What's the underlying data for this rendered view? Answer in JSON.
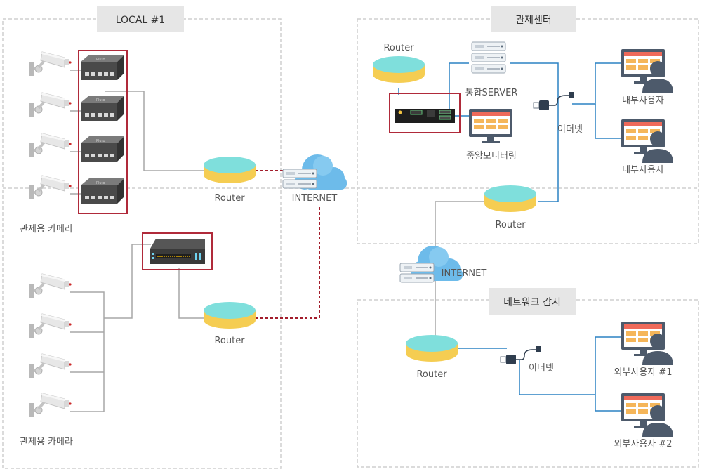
{
  "sections": {
    "local": {
      "title": "LOCAL #1"
    },
    "control_center": {
      "title": "관제센터"
    },
    "network_monitor": {
      "title": "네트워크 감시"
    }
  },
  "labels": {
    "camera_group_1": "관제용 카메라",
    "camera_group_2": "관제용 카메라",
    "router_local_1": "Router",
    "router_local_2": "Router",
    "internet_1": "INTERNET",
    "internet_2": "INTERNET",
    "router_center_top": "Router",
    "server": "통합SERVER",
    "central_monitor": "중앙모니터링",
    "ethernet_center": "이더넷",
    "internal_user_1": "내부사용자",
    "internal_user_2": "내부사용자",
    "router_center_mid": "Router",
    "router_monitor": "Router",
    "ethernet_monitor": "이더넷",
    "external_user_1": "외부사용자 #1",
    "external_user_2": "외부사용자 #2"
  },
  "colors": {
    "router_top": "#7fdfdc",
    "router_body": "#f5cd52",
    "link_blue": "#2b82c4",
    "link_gray": "#a7a7a7",
    "link_red_dashed": "#a31d2c",
    "highlight_box": "#b02a3a",
    "cloud": "#6dbbea",
    "section_border": "#cfcfcf",
    "section_title_bg": "#e6e6e6",
    "user_avatar": "#4d5a6b",
    "monitor_screen_header": "#ef6a5a",
    "monitor_screen_block": "#f5b65a"
  },
  "icons": {
    "camera": "cctv-camera-icon",
    "encoder": "video-encoder-icon",
    "nvr": "nvr-recorder-icon",
    "router": "router-icon",
    "cloud": "internet-cloud-icon",
    "server": "server-rack-icon",
    "monitor": "monitor-icon",
    "ethernet": "ethernet-cable-icon",
    "user": "user-workstation-icon"
  }
}
